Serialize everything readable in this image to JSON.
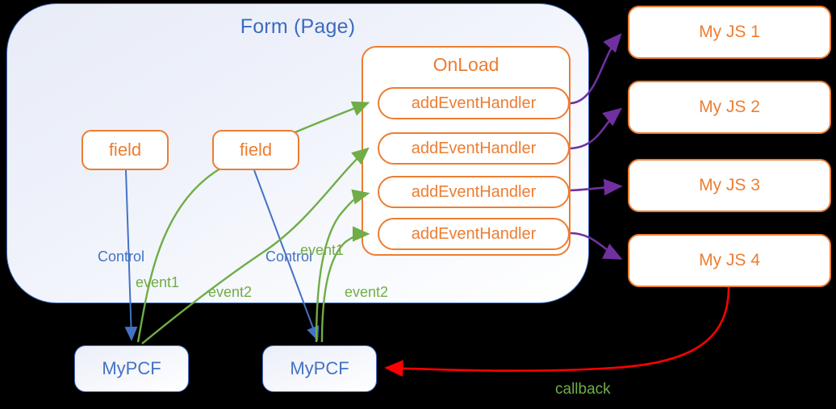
{
  "diagram": {
    "title": "Form (Page)",
    "containers": {
      "form": {
        "label": "Form (Page)",
        "border_color": "#4472C4"
      },
      "onload": {
        "label": "OnLoad",
        "border_color": "#ED7D31"
      }
    },
    "fields": [
      {
        "label": "field"
      },
      {
        "label": "field"
      }
    ],
    "event_handlers": [
      {
        "label": "addEventHandler"
      },
      {
        "label": "addEventHandler"
      },
      {
        "label": "addEventHandler"
      },
      {
        "label": "addEventHandler"
      }
    ],
    "js_blocks": [
      {
        "label": "My JS 1"
      },
      {
        "label": "My JS 2"
      },
      {
        "label": "My JS 3"
      },
      {
        "label": "My JS 4"
      }
    ],
    "components": [
      {
        "label": "MyPCF"
      },
      {
        "label": "MyPCF"
      }
    ],
    "edge_labels": {
      "control_1": "Control",
      "control_2": "Control",
      "event1_a": "event1",
      "event2_a": "event2",
      "event1_b": "event1",
      "event2_b": "event2",
      "callback": "callback"
    },
    "colors": {
      "orange": "#ED7D31",
      "blue": "#4472C4",
      "green": "#70AD47",
      "purple": "#7030A0",
      "red": "#FF0000",
      "background": "#000000"
    }
  }
}
